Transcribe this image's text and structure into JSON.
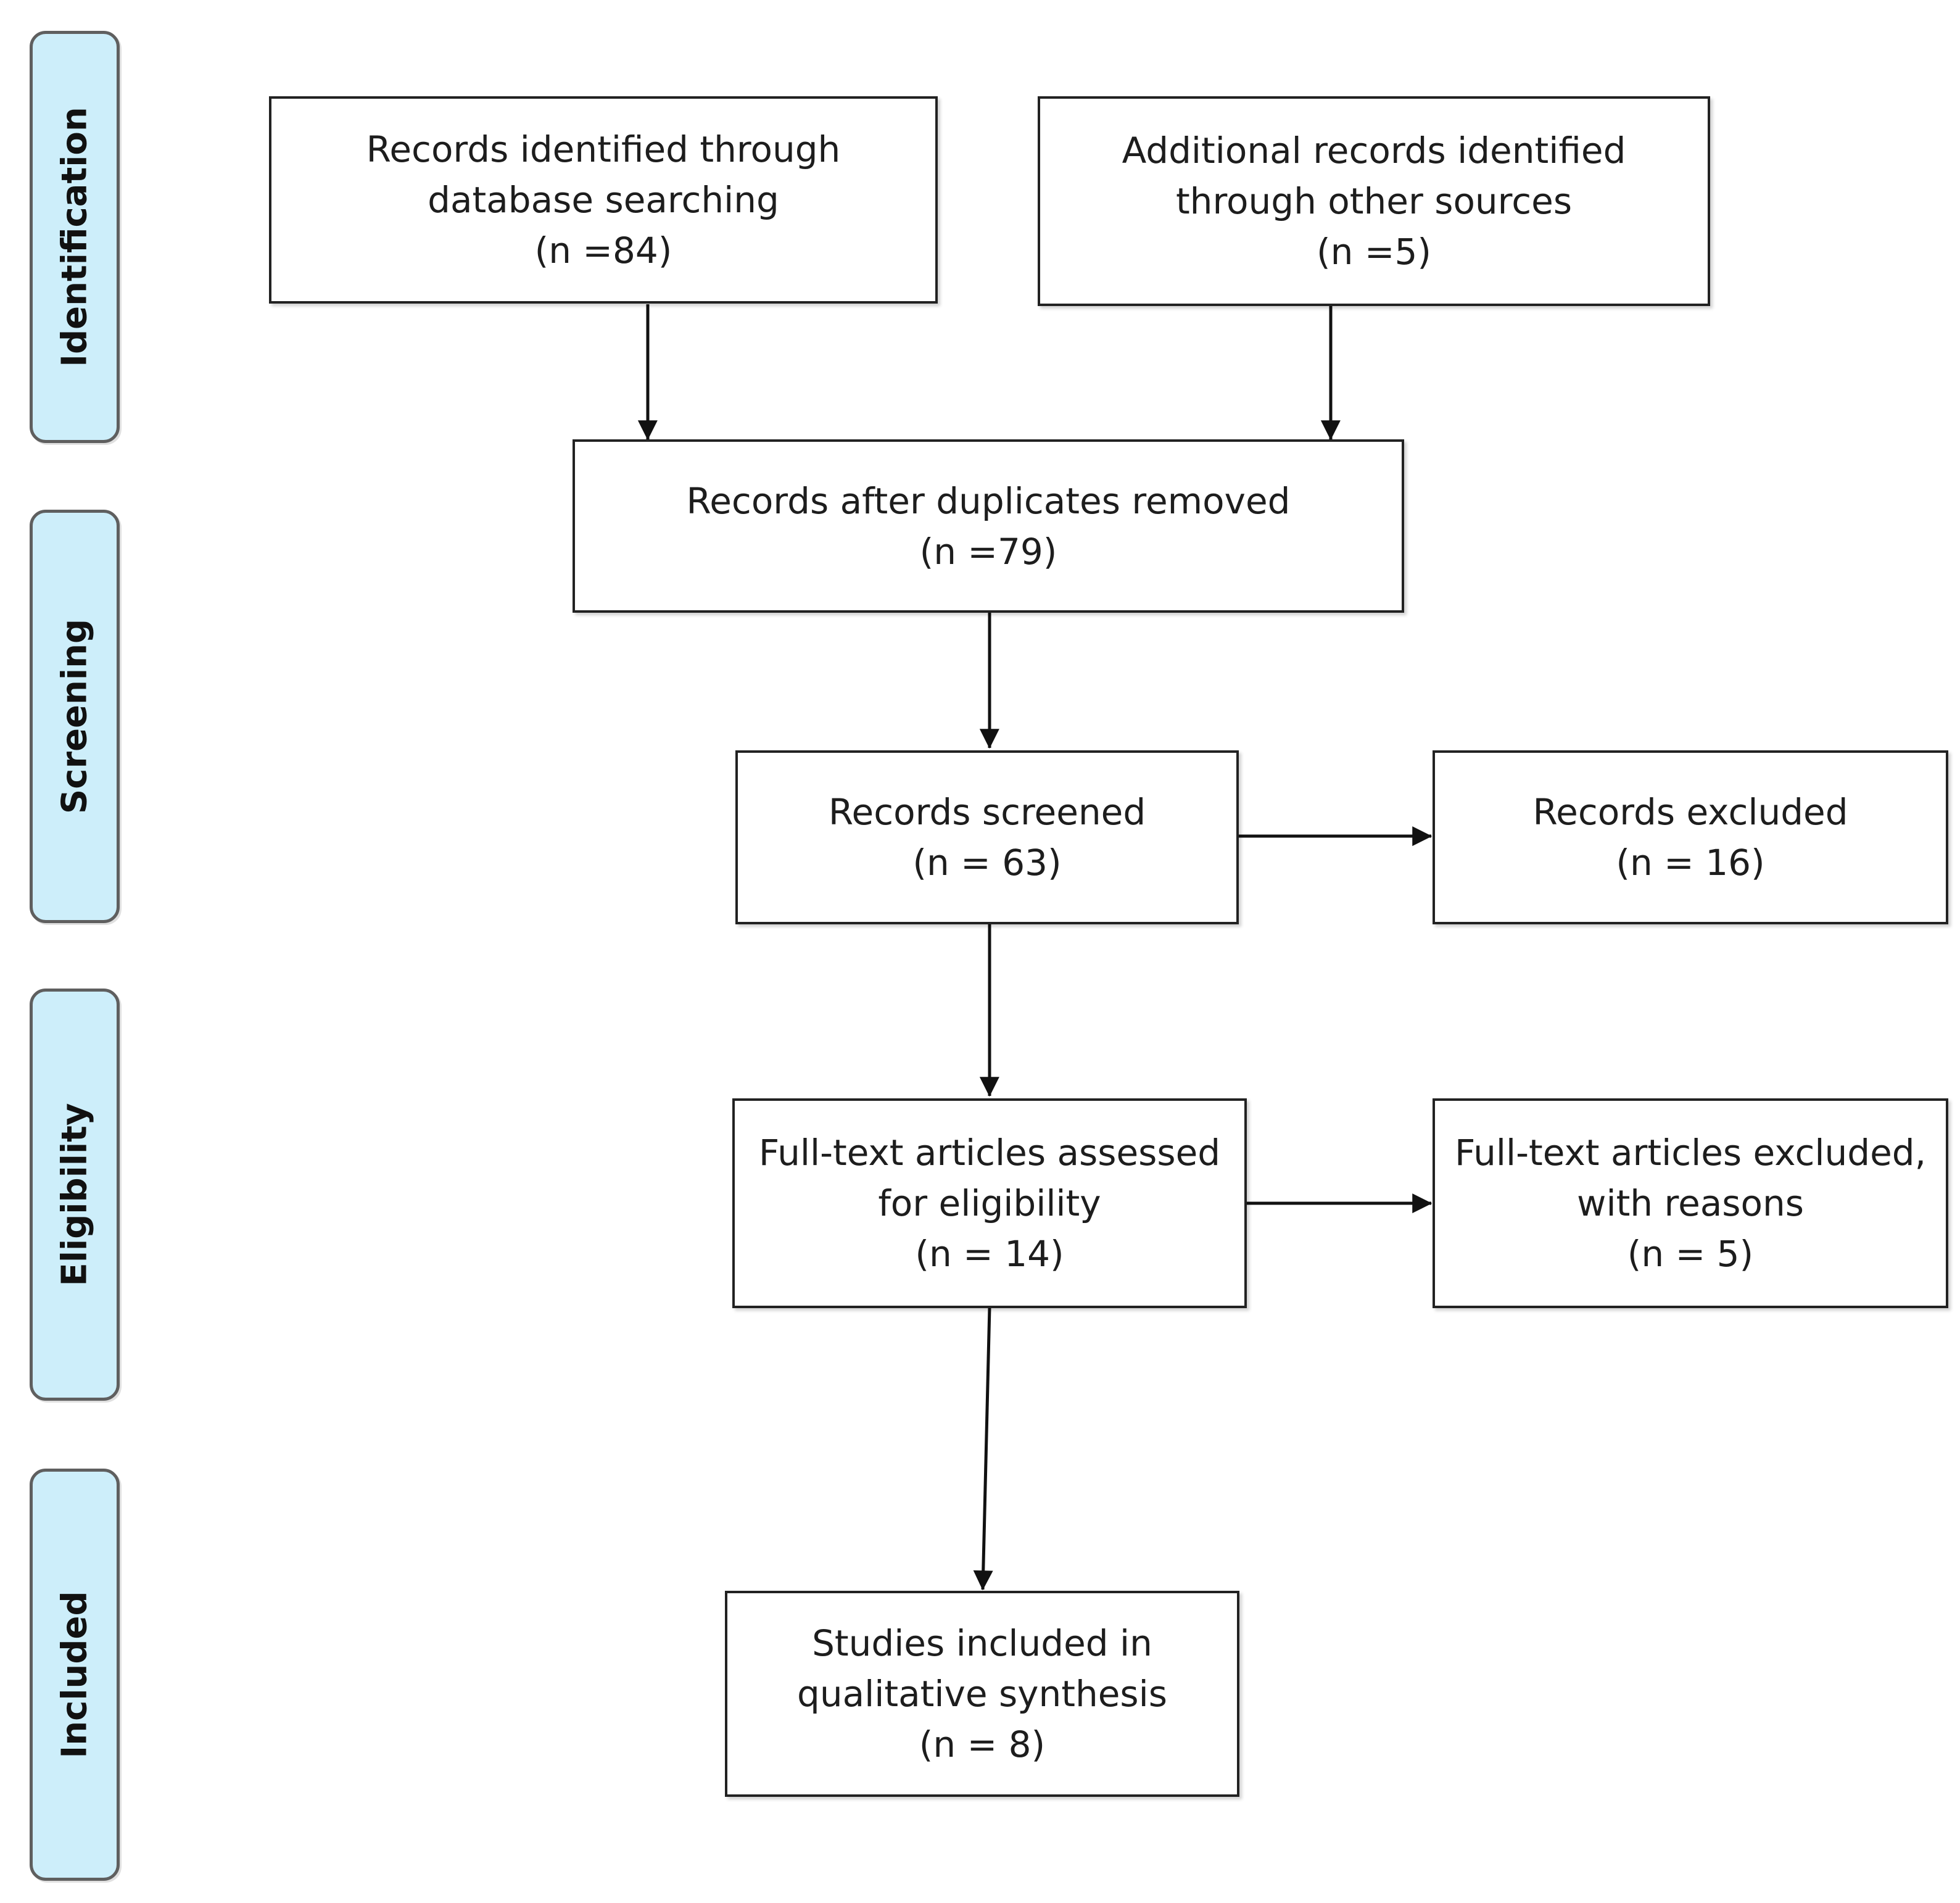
{
  "phases": {
    "identification": "Identification",
    "screening": "Screening",
    "eligibility": "Eligibility",
    "included": "Included"
  },
  "boxes": {
    "database_records": {
      "lines": [
        "Records identified through",
        "database searching",
        "(n =84)"
      ]
    },
    "other_sources": {
      "lines": [
        "Additional records identified",
        "through other sources",
        "(n =5)"
      ]
    },
    "after_duplicates": {
      "lines": [
        "Records after duplicates removed",
        "(n =79)"
      ]
    },
    "screened": {
      "lines": [
        "Records screened",
        "(n = 63)"
      ]
    },
    "excluded": {
      "lines": [
        "Records excluded",
        "(n = 16)"
      ]
    },
    "fulltext_assessed": {
      "lines": [
        "Full-text articles assessed",
        "for eligibility",
        "(n = 14)"
      ]
    },
    "fulltext_excluded": {
      "lines": [
        "Full-text articles excluded,",
        "with reasons",
        "(n = 5)"
      ]
    },
    "included_studies": {
      "lines": [
        "Studies included in",
        "qualitative synthesis",
        "(n = 8)"
      ]
    }
  },
  "colors": {
    "phase_fill": "#cdeefa",
    "phase_border": "#5f5f5f",
    "box_border": "#222222",
    "arrow": "#111111"
  }
}
